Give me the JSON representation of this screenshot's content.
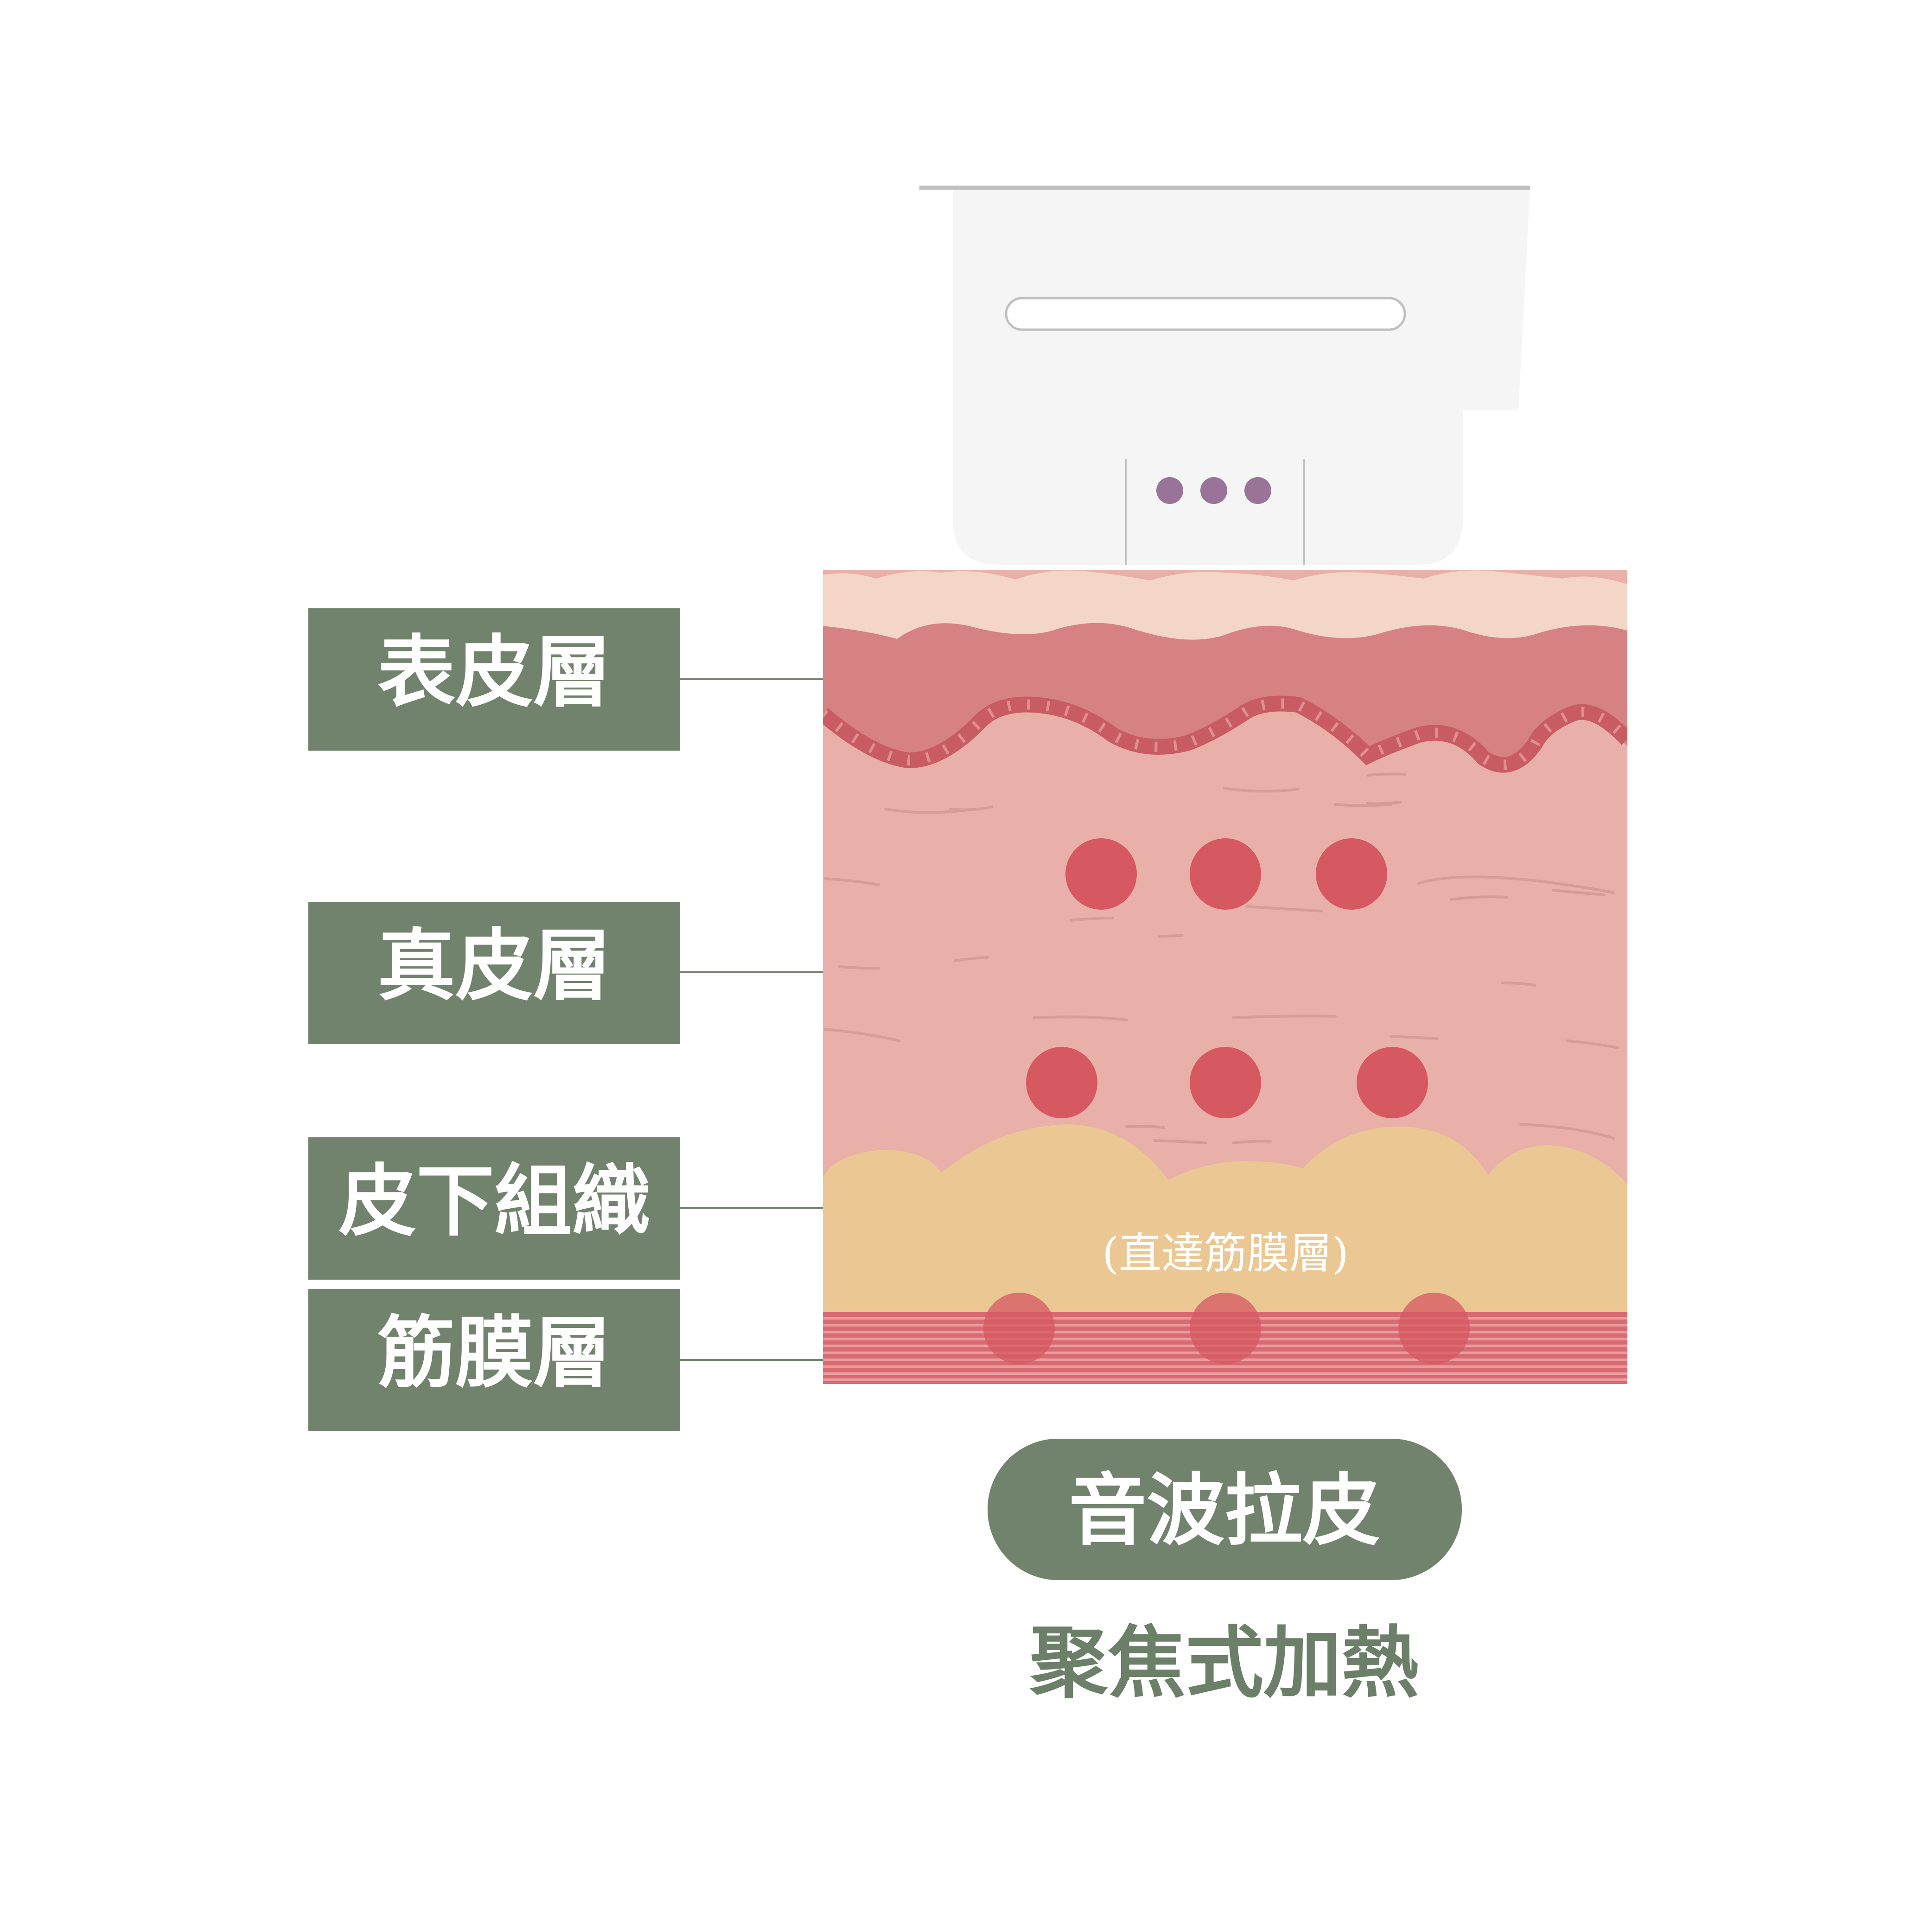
{
  "colors": {
    "label_bg": "#72836d",
    "label_text": "#ffffff",
    "epidermis": "#f3d6c5",
    "upper_dermis": "#d68283",
    "dermis": "#e8b0a8",
    "subcutaneous": "#ebc893",
    "fascia": "#d86b72",
    "focus_dot": "#d65861",
    "device_body": "#f5f5f5",
    "device_outline": "#c0c0c0",
    "device_dot": "#9a7399",
    "caption_text": "#6c7f68"
  },
  "layers": [
    {
      "id": "epidermis",
      "label": "表皮層"
    },
    {
      "id": "dermis",
      "label": "真皮層"
    },
    {
      "id": "subcutaneous",
      "label": "皮下組織"
    },
    {
      "id": "fascia",
      "label": "筋膜層"
    }
  ],
  "annotation": {
    "text": "(直達筋膜層)"
  },
  "device": {
    "icon": "ultrasound-handpiece-icon"
  },
  "focus_points": {
    "count": 9
  },
  "title_pill": {
    "text": "音波拉皮"
  },
  "subtitle": {
    "text": "聚焦式加熱"
  }
}
